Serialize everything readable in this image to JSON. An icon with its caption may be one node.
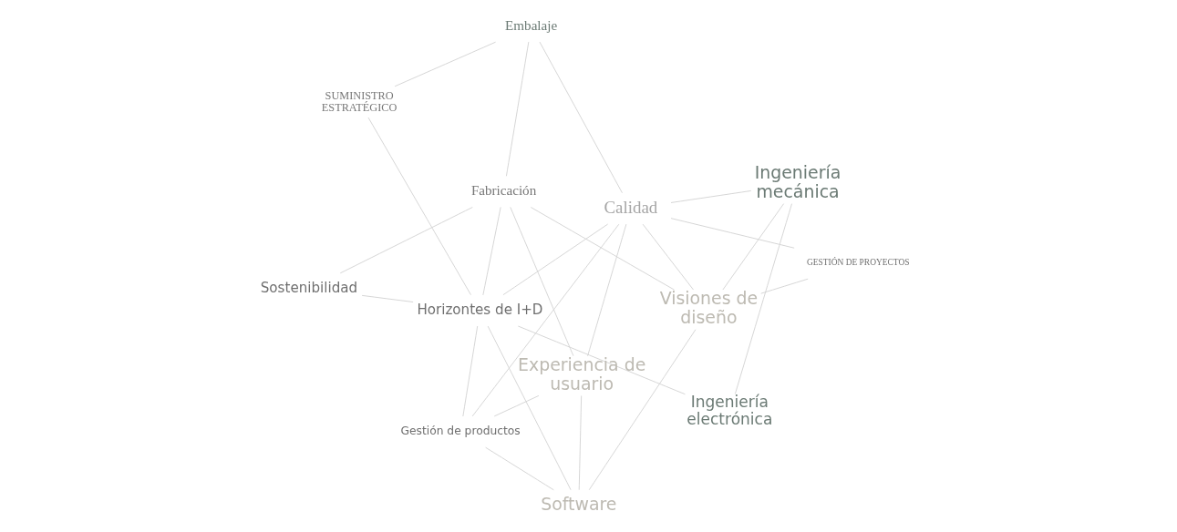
{
  "diagram": {
    "nodes": [
      {
        "text": [
          "Horizontes de I+D"
        ]
      },
      {
        "text": [
          "Embalaje"
        ]
      },
      {
        "text": [
          "Experiencia de usuario"
        ]
      },
      {
        "text": [
          "Visiones de diseño"
        ]
      },
      {
        "text": [
          "Ingeniería mecánica"
        ]
      },
      {
        "text": [
          "Gestión de productos"
        ]
      },
      {
        "text": [
          "Sostenibilidad"
        ]
      },
      {
        "text": [
          "GESTIÓN DE PROYECTOS"
        ]
      },
      {
        "text": [
          "Software"
        ]
      },
      {
        "text": [
          "Ingeniería electrónica"
        ]
      },
      {
        "text": [
          "Calidad"
        ]
      },
      {
        "text": [
          "SUMINISTRO ESTRATÉGICO"
        ]
      },
      {
        "text": [
          "Fabricación"
        ]
      }
    ],
    "edges": [
      {
        "from": 0,
        "to": 9,
        "arrow": "none"
      },
      {
        "from": 0,
        "to": 5,
        "arrow": "none"
      },
      {
        "from": 0,
        "to": 10,
        "arrow": "none"
      },
      {
        "from": 0,
        "to": 11,
        "arrow": "none"
      },
      {
        "from": 0,
        "to": 12,
        "arrow": "none"
      },
      {
        "from": 0,
        "to": 8,
        "arrow": "none"
      },
      {
        "from": 0,
        "to": 6,
        "arrow": "none"
      },
      {
        "from": 1,
        "to": 10,
        "arrow": "none"
      },
      {
        "from": 1,
        "to": 11,
        "arrow": "none"
      },
      {
        "from": 1,
        "to": 12,
        "arrow": "none"
      },
      {
        "from": 2,
        "to": 5,
        "arrow": "none"
      },
      {
        "from": 2,
        "to": 10,
        "arrow": "none"
      },
      {
        "from": 2,
        "to": 12,
        "arrow": "none"
      },
      {
        "from": 2,
        "to": 8,
        "arrow": "none"
      },
      {
        "from": 3,
        "to": 4,
        "arrow": "none"
      },
      {
        "from": 3,
        "to": 7,
        "arrow": "none"
      },
      {
        "from": 3,
        "to": 10,
        "arrow": "none"
      },
      {
        "from": 3,
        "to": 12,
        "arrow": "none"
      },
      {
        "from": 3,
        "to": 8,
        "arrow": "none"
      },
      {
        "from": 4,
        "to": 9,
        "arrow": "none"
      },
      {
        "from": 4,
        "to": 10,
        "arrow": "none"
      },
      {
        "from": 5,
        "to": 8,
        "arrow": "none"
      },
      {
        "from": 5,
        "to": 10,
        "arrow": "none"
      },
      {
        "from": 6,
        "to": 12,
        "arrow": "none"
      },
      {
        "from": 7,
        "to": 10,
        "arrow": "none"
      }
    ]
  }
}
